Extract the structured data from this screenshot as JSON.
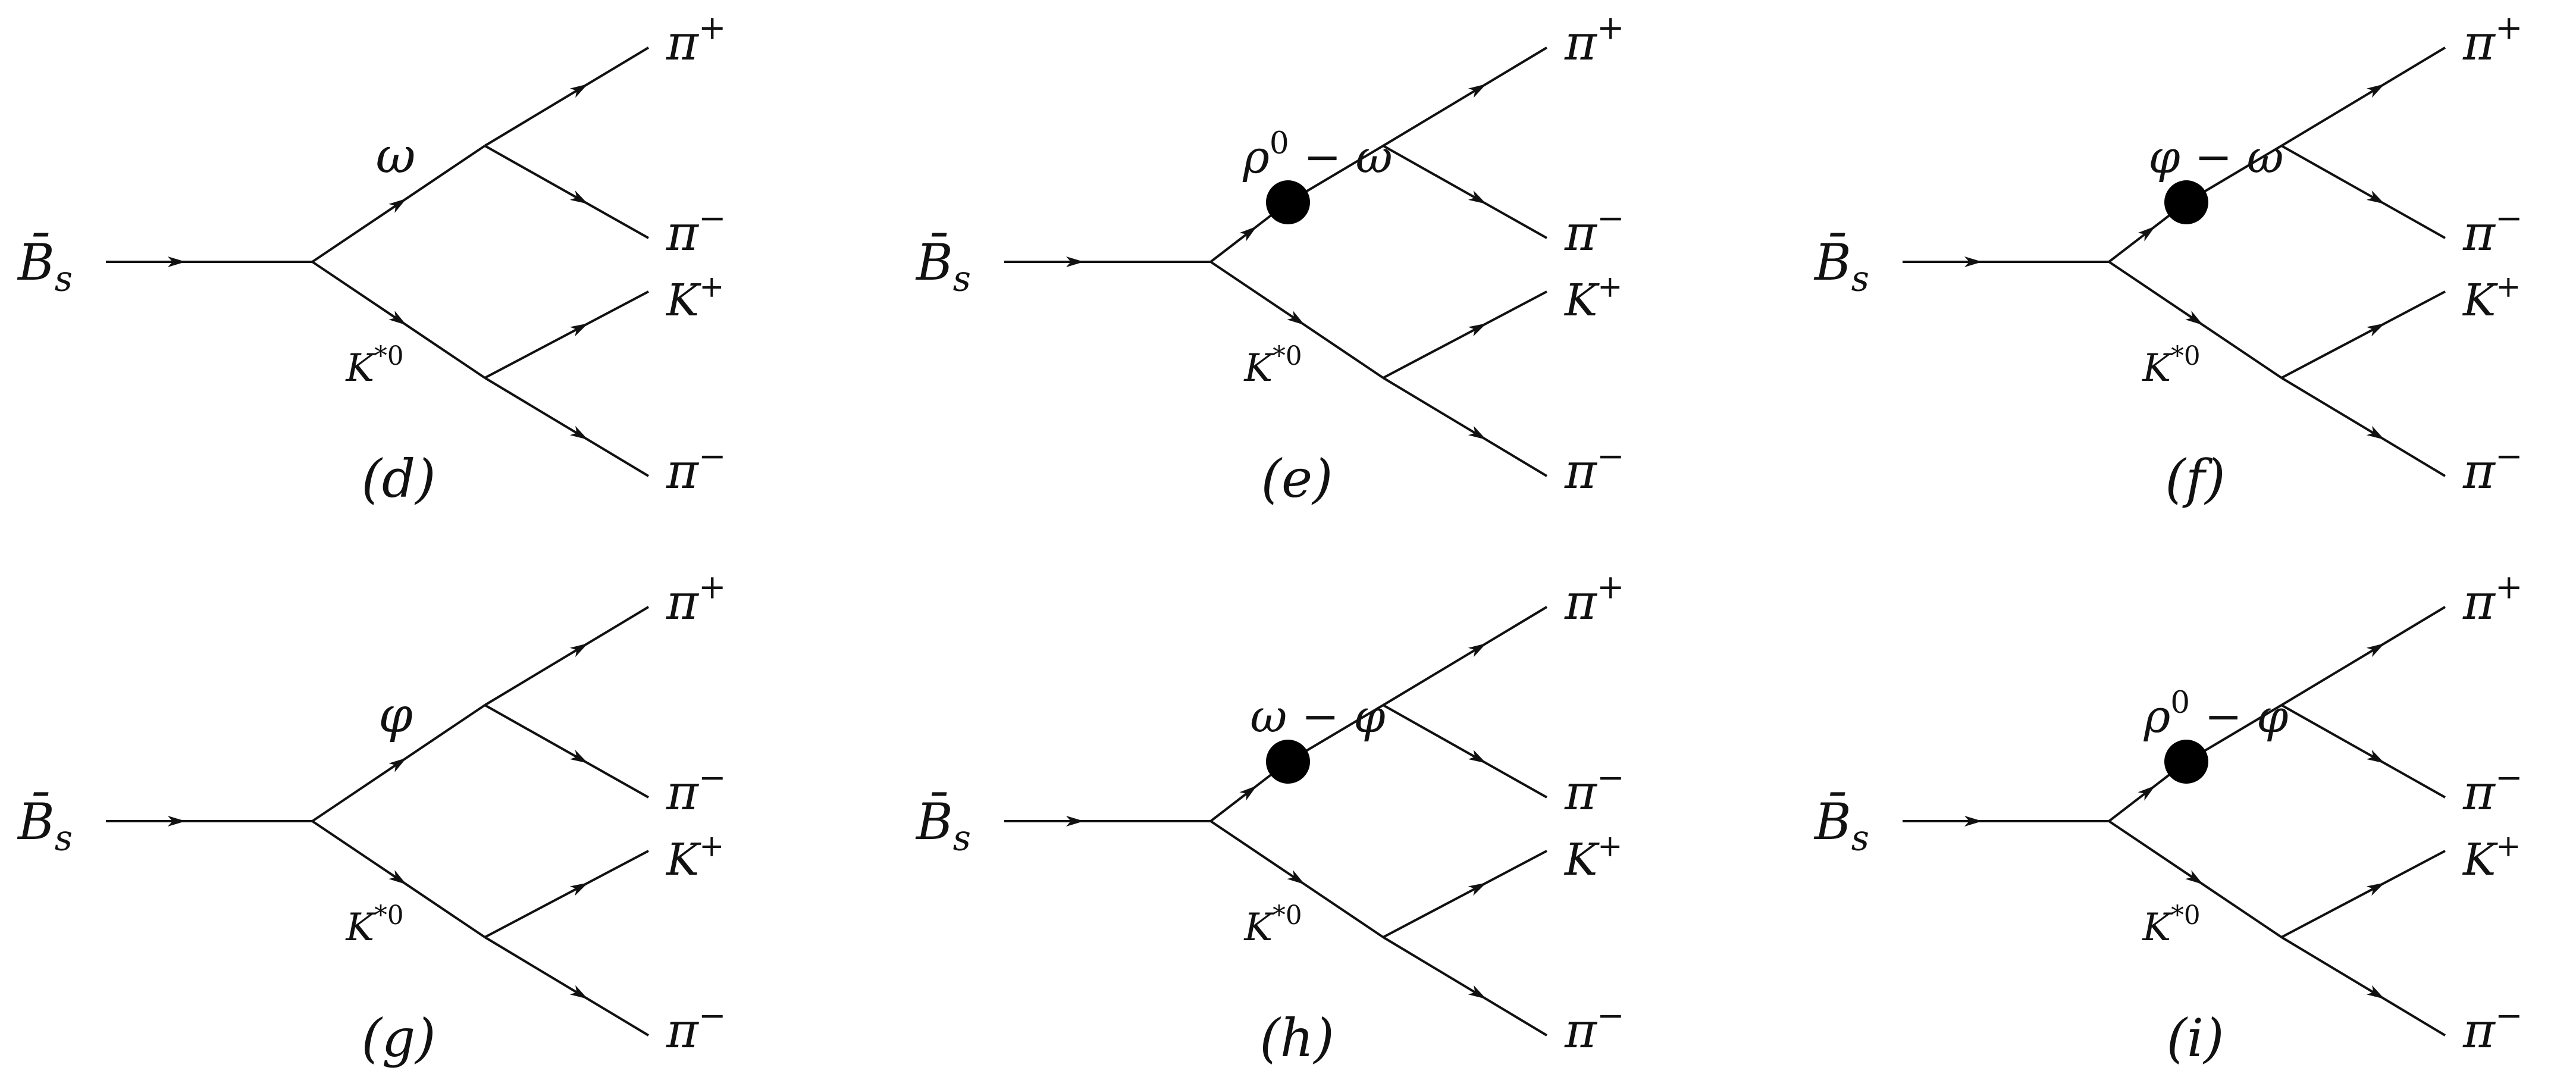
{
  "diagrams": [
    {
      "panel": "(d)",
      "initial": "B̄s",
      "upper_resonance": "ω",
      "mixing_blob": false,
      "lower_resonance": "K*0",
      "final_states": [
        "π+",
        "π−",
        "K+",
        "π−"
      ]
    },
    {
      "panel": "(e)",
      "initial": "B̄s",
      "upper_resonance": "ρ0 − ω",
      "mixing_blob": true,
      "lower_resonance": "K*0",
      "final_states": [
        "π+",
        "π−",
        "K+",
        "π−"
      ]
    },
    {
      "panel": "(f)",
      "initial": "B̄s",
      "upper_resonance": "φ − ω",
      "mixing_blob": true,
      "lower_resonance": "K*0",
      "final_states": [
        "π+",
        "π−",
        "K+",
        "π−"
      ]
    },
    {
      "panel": "(g)",
      "initial": "B̄s",
      "upper_resonance": "φ",
      "mixing_blob": false,
      "lower_resonance": "K*0",
      "final_states": [
        "π+",
        "π−",
        "K+",
        "π−"
      ]
    },
    {
      "panel": "(h)",
      "initial": "B̄s",
      "upper_resonance": "ω − φ",
      "mixing_blob": true,
      "lower_resonance": "K*0",
      "final_states": [
        "π+",
        "π−",
        "K+",
        "π−"
      ]
    },
    {
      "panel": "(i)",
      "initial": "B̄s",
      "upper_resonance": "ρ0 − φ",
      "mixing_blob": true,
      "lower_resonance": "K*0",
      "final_states": [
        "π+",
        "π−",
        "K+",
        "π−"
      ]
    }
  ],
  "colors": {
    "line": "#111111",
    "blob": "#000000",
    "background": "#ffffff"
  }
}
